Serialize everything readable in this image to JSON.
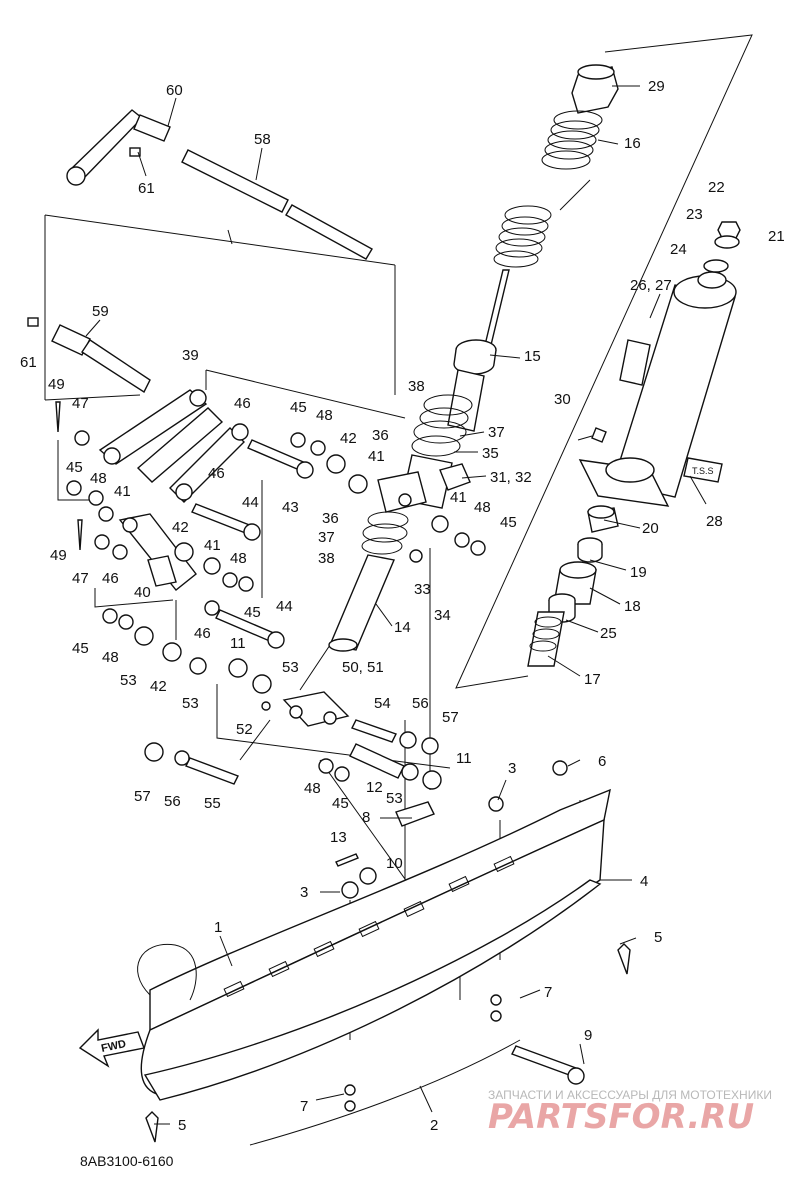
{
  "diagram_code": "8AB3100-6160",
  "fwd_label": "FWD",
  "tss_label": "T.S.S",
  "watermark": {
    "line1": "ЗАПЧАСТИ И АКСЕССУАРЫ ДЛЯ МОТОТЕХНИКИ",
    "line2": "PARTSFOR.RU"
  },
  "callouts": [
    {
      "id": "c60",
      "text": "60"
    },
    {
      "id": "c58",
      "text": "58"
    },
    {
      "id": "c61a",
      "text": "61"
    },
    {
      "id": "c59",
      "text": "59"
    },
    {
      "id": "c61b",
      "text": "61"
    },
    {
      "id": "c39",
      "text": "39"
    },
    {
      "id": "c49a",
      "text": "49"
    },
    {
      "id": "c47a",
      "text": "47"
    },
    {
      "id": "c46a",
      "text": "46"
    },
    {
      "id": "c45a",
      "text": "45"
    },
    {
      "id": "c48a",
      "text": "48"
    },
    {
      "id": "c42a",
      "text": "42"
    },
    {
      "id": "c41a",
      "text": "41"
    },
    {
      "id": "c45b",
      "text": "45"
    },
    {
      "id": "c48b",
      "text": "48"
    },
    {
      "id": "c41b",
      "text": "41"
    },
    {
      "id": "c46b",
      "text": "46"
    },
    {
      "id": "c43",
      "text": "43"
    },
    {
      "id": "c44a",
      "text": "44"
    },
    {
      "id": "c49b",
      "text": "49"
    },
    {
      "id": "c42b",
      "text": "42"
    },
    {
      "id": "c41c",
      "text": "41"
    },
    {
      "id": "c48c",
      "text": "48"
    },
    {
      "id": "c47b",
      "text": "47"
    },
    {
      "id": "c46c",
      "text": "46"
    },
    {
      "id": "c40",
      "text": "40"
    },
    {
      "id": "c45c",
      "text": "45"
    },
    {
      "id": "c46d",
      "text": "46"
    },
    {
      "id": "c44b",
      "text": "44"
    },
    {
      "id": "c45d",
      "text": "45"
    },
    {
      "id": "c48d",
      "text": "48"
    },
    {
      "id": "c11a",
      "text": "11"
    },
    {
      "id": "c53a",
      "text": "53"
    },
    {
      "id": "c42c",
      "text": "42"
    },
    {
      "id": "c53b",
      "text": "53"
    },
    {
      "id": "c53c",
      "text": "53"
    },
    {
      "id": "c29",
      "text": "29"
    },
    {
      "id": "c16",
      "text": "16"
    },
    {
      "id": "c22",
      "text": "22"
    },
    {
      "id": "c23",
      "text": "23"
    },
    {
      "id": "c21",
      "text": "21"
    },
    {
      "id": "c24",
      "text": "24"
    },
    {
      "id": "c2627",
      "text": "26, 27"
    },
    {
      "id": "c15",
      "text": "15"
    },
    {
      "id": "c38a",
      "text": "38"
    },
    {
      "id": "c30",
      "text": "30"
    },
    {
      "id": "c36a",
      "text": "36"
    },
    {
      "id": "c37a",
      "text": "37"
    },
    {
      "id": "c35",
      "text": "35"
    },
    {
      "id": "c3132",
      "text": "31, 32"
    },
    {
      "id": "c41d",
      "text": "41"
    },
    {
      "id": "c48e",
      "text": "48"
    },
    {
      "id": "c45e",
      "text": "45"
    },
    {
      "id": "c36b",
      "text": "36"
    },
    {
      "id": "c37b",
      "text": "37"
    },
    {
      "id": "c38b",
      "text": "38"
    },
    {
      "id": "c33",
      "text": "33"
    },
    {
      "id": "c34",
      "text": "34"
    },
    {
      "id": "c14",
      "text": "14"
    },
    {
      "id": "c28",
      "text": "28"
    },
    {
      "id": "c20",
      "text": "20"
    },
    {
      "id": "c19",
      "text": "19"
    },
    {
      "id": "c18",
      "text": "18"
    },
    {
      "id": "c25",
      "text": "25"
    },
    {
      "id": "c17",
      "text": "17"
    },
    {
      "id": "c5051",
      "text": "50, 51"
    },
    {
      "id": "c54",
      "text": "54"
    },
    {
      "id": "c56a",
      "text": "56"
    },
    {
      "id": "c57a",
      "text": "57"
    },
    {
      "id": "c52",
      "text": "52"
    },
    {
      "id": "c12",
      "text": "12"
    },
    {
      "id": "c11b",
      "text": "11"
    },
    {
      "id": "c53d",
      "text": "53"
    },
    {
      "id": "c48f",
      "text": "48"
    },
    {
      "id": "c45f",
      "text": "45"
    },
    {
      "id": "c57b",
      "text": "57"
    },
    {
      "id": "c56b",
      "text": "56"
    },
    {
      "id": "c55",
      "text": "55"
    },
    {
      "id": "c3a",
      "text": "3"
    },
    {
      "id": "c6",
      "text": "6"
    },
    {
      "id": "c8",
      "text": "8"
    },
    {
      "id": "c13",
      "text": "13"
    },
    {
      "id": "c10",
      "text": "10"
    },
    {
      "id": "c3b",
      "text": "3"
    },
    {
      "id": "c4",
      "text": "4"
    },
    {
      "id": "c1",
      "text": "1"
    },
    {
      "id": "c5a",
      "text": "5"
    },
    {
      "id": "c7a",
      "text": "7"
    },
    {
      "id": "c9",
      "text": "9"
    },
    {
      "id": "c7b",
      "text": "7"
    },
    {
      "id": "c5b",
      "text": "5"
    },
    {
      "id": "c2",
      "text": "2"
    }
  ]
}
